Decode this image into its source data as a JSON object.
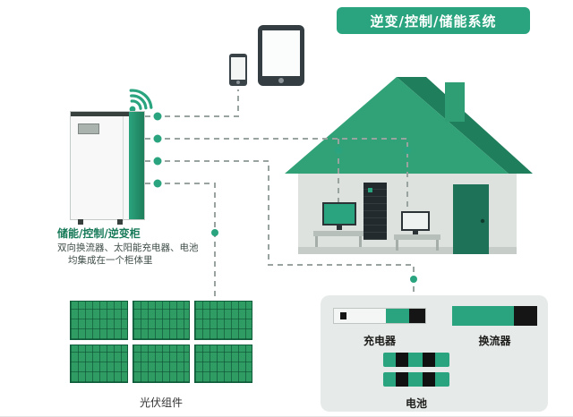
{
  "banner": {
    "label": "逆变/控制/储能系统"
  },
  "cabinet": {
    "title": "储能/控制/逆变柜",
    "desc_line1": "双向换流器、太阳能充电器、电池",
    "desc_line2": "均集成在一个柜体里"
  },
  "solar": {
    "label": "光伏组件"
  },
  "equipment": {
    "charger_label": "充电器",
    "converter_label": "换流器",
    "battery_label": "电池"
  },
  "icons": {
    "wifi": "wifi-icon",
    "phone": "smartphone-icon",
    "tablet": "tablet-icon"
  },
  "colors": {
    "accent_green": "#2aa47e",
    "dark_green": "#1e7e5b",
    "panel_green": "#2f9c63",
    "line_gray": "#99a3a0",
    "house_wall": "#dde2de",
    "device_dark": "#2b3337"
  }
}
